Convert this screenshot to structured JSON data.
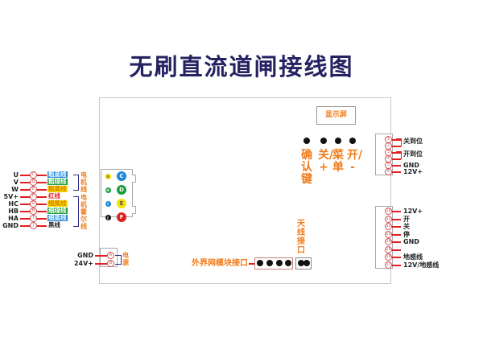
{
  "title": "无刷直流道闸接线图",
  "colors": {
    "title": "#262262",
    "accent_orange": "#f07c1a",
    "wire_red": "#e02020",
    "bracket_navy": "#2b2b8a"
  },
  "display": {
    "label": "显示屏"
  },
  "buttons": [
    {
      "label": "确认键"
    },
    {
      "label": "关/+"
    },
    {
      "label": "菜单"
    },
    {
      "label": "开/-"
    }
  ],
  "motor_connector": {
    "wires": [
      {
        "signal": "U",
        "pin": "C",
        "wire_label": "粗蓝线",
        "wire_color": "#1e88d8"
      },
      {
        "signal": "V",
        "pin": "D",
        "wire_label": "粗绿线",
        "wire_color": "#1a9a3a"
      },
      {
        "signal": "W",
        "pin": "E",
        "wire_label": "粗黄线",
        "wire_color": "#f5e000"
      },
      {
        "signal": "5V+",
        "pin": "F",
        "wire_label": "红线",
        "wire_color": "#ffffff"
      },
      {
        "signal": "HC",
        "pin": "G",
        "wire_label": "细黄线",
        "wire_color": "#f5e000"
      },
      {
        "signal": "HB",
        "pin": "H",
        "wire_label": "细绿线",
        "wire_color": "#1a9a3a"
      },
      {
        "signal": "HA",
        "pin": "I",
        "wire_label": "细蓝线",
        "wire_color": "#1e88d8"
      },
      {
        "signal": "GND",
        "pin": "J",
        "wire_label": "黑线",
        "wire_color": "#ffffff"
      }
    ],
    "group_motor": "电机线",
    "group_hall": "电机霍尔线",
    "dots": [
      {
        "pin": "G",
        "color": "#f5e000"
      },
      {
        "pin": "C",
        "color": "#1e88d8"
      },
      {
        "pin": "H",
        "color": "#1a9a3a"
      },
      {
        "pin": "D",
        "color": "#1a9a3a"
      },
      {
        "pin": "I",
        "color": "#1e88d8"
      },
      {
        "pin": "E",
        "color": "#f5e000"
      },
      {
        "pin": "J",
        "color": "#111111"
      },
      {
        "pin": "F",
        "color": "#e02020"
      }
    ]
  },
  "power_connector": {
    "pins": [
      {
        "signal": "GND",
        "pin": "A"
      },
      {
        "signal": "24V+",
        "pin": "B"
      }
    ],
    "group": "电源"
  },
  "limit_connector": {
    "pins": [
      {
        "num": "1",
        "label": ""
      },
      {
        "num": "2",
        "label": ""
      },
      {
        "num": "3",
        "label": ""
      },
      {
        "num": "4",
        "label": ""
      },
      {
        "num": "5",
        "label": "GND"
      },
      {
        "num": "6",
        "label": "12V+"
      }
    ],
    "group_close": "关到位",
    "group_open": "开到位"
  },
  "control_connector": {
    "pins": [
      {
        "num": "10",
        "label": "12V+"
      },
      {
        "num": "11",
        "label": "开"
      },
      {
        "num": "12",
        "label": "关"
      },
      {
        "num": "13",
        "label": "停"
      },
      {
        "num": "14",
        "label": "GND"
      },
      {
        "num": "15",
        "label": ""
      },
      {
        "num": "16",
        "label": "地感线"
      },
      {
        "num": "17",
        "label": "12V/地感线"
      }
    ]
  },
  "network_port": {
    "label": "外界网模块接口"
  },
  "antenna_port": {
    "label": "天线接口"
  }
}
